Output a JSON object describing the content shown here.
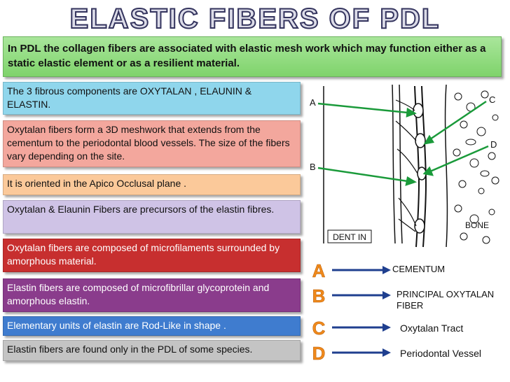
{
  "title": "ELASTIC FIBERS OF PDL",
  "intro": "In PDL the collagen fibers are associated with  elastic mesh work which may function either as a  static elastic element or as a resilient material.",
  "boxes": [
    "The 3 fibrous components are  OXYTALAN , ELAUNIN & ELASTIN.",
    "Oxytalan fibers form a 3D meshwork that extends from the cementum to the periodontal blood vessels. The size of the fibers vary depending on the site.",
    "It is oriented in the Apico Occlusal plane .",
    "Oxytalan & Elaunin Fibers are precursors of the elastin fibres.",
    "Oxytalan fibers are composed of microfilaments surrounded by amorphous material.",
    "Elastin fibers are composed of microfibrillar glycoprotein and amorphous elastin.",
    "Elementary units of elastin are Rod-Like in shape .",
    "Elastin fibers are found only in the PDL of some species."
  ],
  "diagram": {
    "label_a": "A",
    "label_b": "B",
    "label_c": "C",
    "label_d": "D",
    "dentin": "DENT IN",
    "bone": "BONE"
  },
  "legend": [
    {
      "letter": "A",
      "text": "CEMENTUM"
    },
    {
      "letter": "B",
      "text": "PRINCIPAL OXYTALAN FIBER"
    },
    {
      "letter": "C",
      "text": "Oxytalan Tract"
    },
    {
      "letter": "D",
      "text": "Periodontal Vessel"
    }
  ],
  "colors": {
    "title_fill": "#c8c8d8",
    "title_stroke": "#3a3a66",
    "intro_bg": "#8fdc7c",
    "legend_letter": "#f08a1c",
    "legend_arrow": "#1f3f8f",
    "diagram_arrow": "#1a9a3a"
  }
}
